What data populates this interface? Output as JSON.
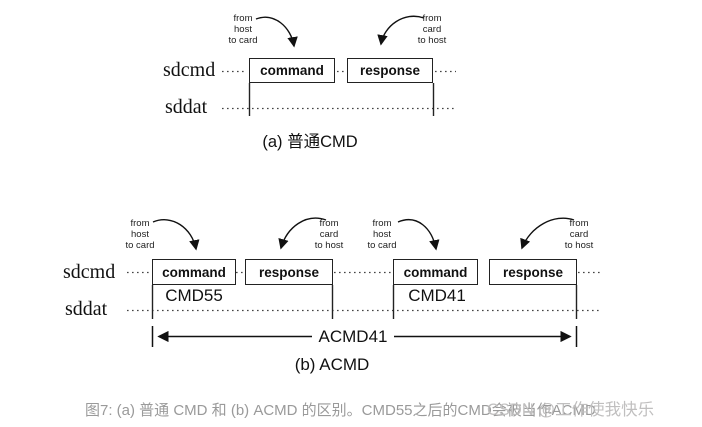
{
  "figure": {
    "signal_labels": {
      "sdcmd": "sdcmd",
      "sddat": "sddat"
    },
    "flow_labels": {
      "host_to_card": {
        "line1": "from",
        "line2": "host",
        "line3": "to card"
      },
      "card_to_host": {
        "line1": "from",
        "line2": "card",
        "line3": "to host"
      }
    },
    "frame_labels": {
      "command": "command",
      "response": "response"
    },
    "diagram_a": {
      "caption": "(a) 普通CMD"
    },
    "diagram_b": {
      "caption": "(b) ACMD",
      "cmd55": "CMD55",
      "cmd41": "CMD41",
      "span_label": "ACMD41"
    },
    "caption": "图7: (a) 普通 CMD 和 (b) ACMD 的区别。CMD55之后的CMD会被当作ACMD",
    "watermark": "CSDN @工作使我快乐",
    "colors": {
      "line": "#1a1a1a",
      "caption_text": "#9a9a9a",
      "watermark_text": "#c0bfbf"
    }
  }
}
